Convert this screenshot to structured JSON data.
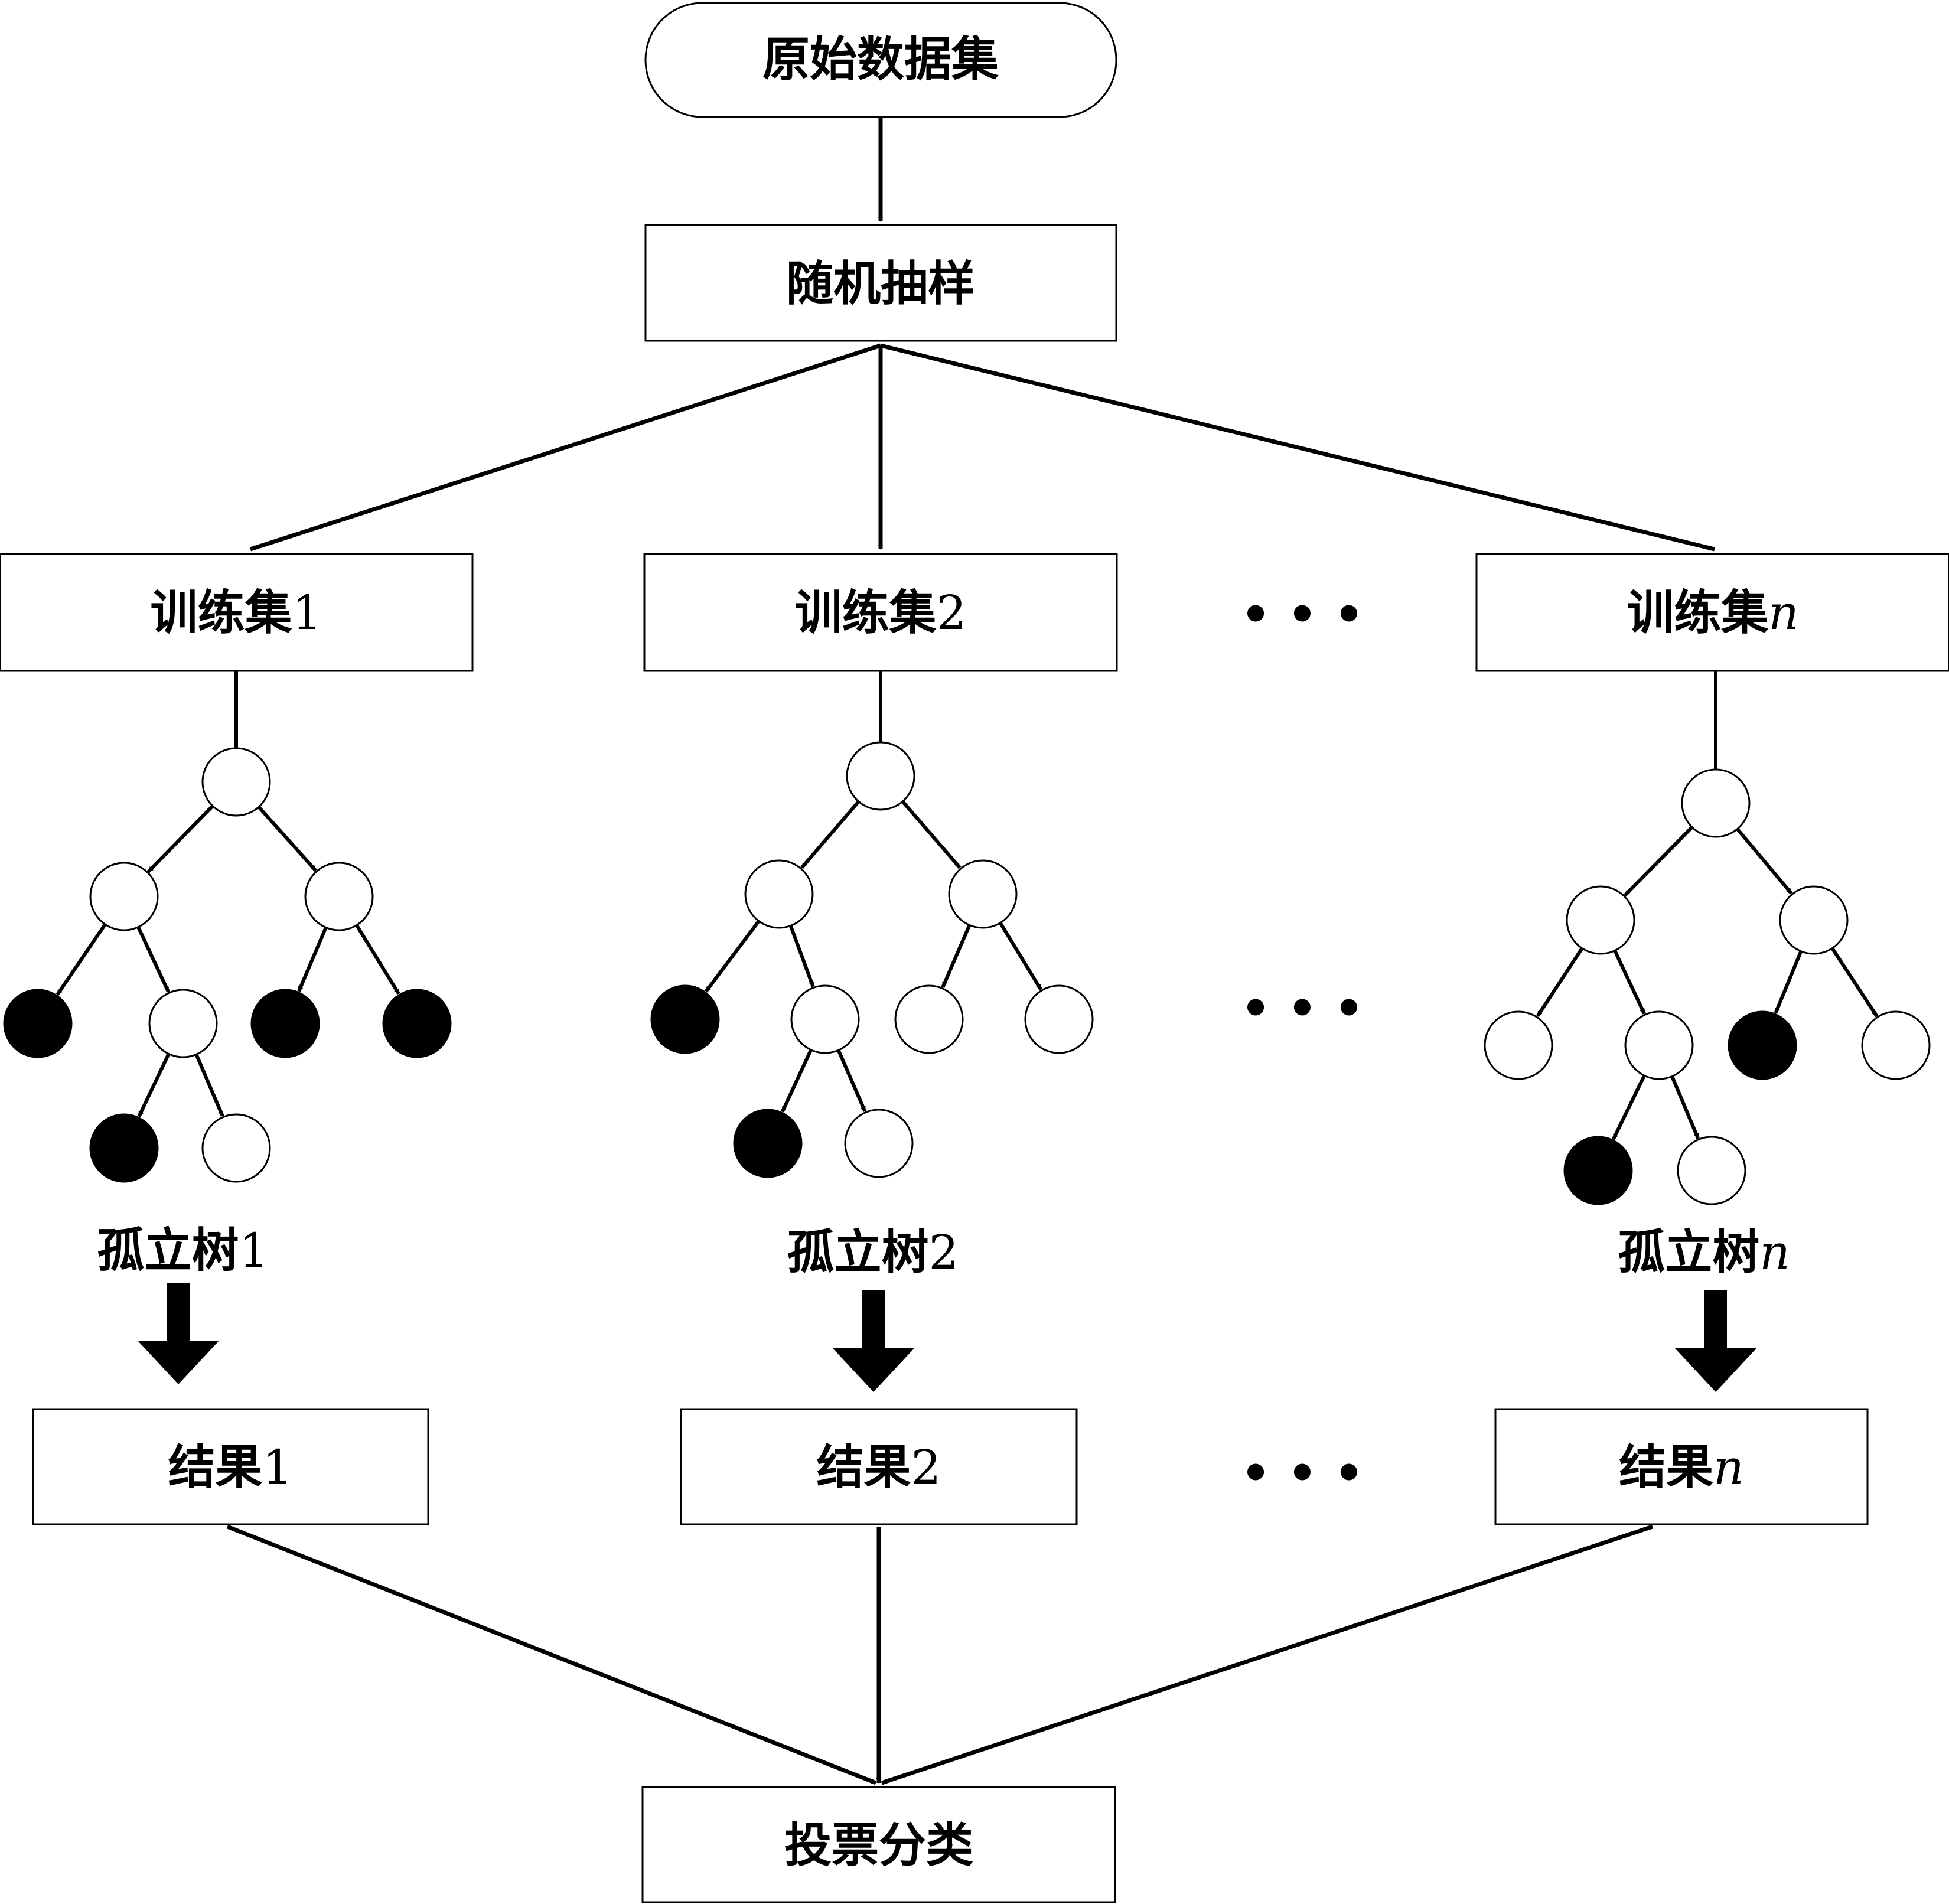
{
  "source": {
    "label": "原始数据集"
  },
  "sampling": {
    "label": "随机抽样"
  },
  "pipelines": [
    {
      "train_prefix": "训练集",
      "index": "1",
      "tree_prefix": "孤立树",
      "result_prefix": "结果",
      "leaves": [
        "black",
        "black",
        "black",
        "black",
        "white"
      ]
    },
    {
      "train_prefix": "训练集",
      "index": "2",
      "tree_prefix": "孤立树",
      "result_prefix": "结果",
      "leaves": [
        "black",
        "white",
        "white",
        "black",
        "white"
      ]
    },
    {
      "train_prefix": "训练集",
      "index": "n",
      "tree_prefix": "孤立树",
      "result_prefix": "结果",
      "leaves": [
        "white",
        "black",
        "white",
        "black",
        "white"
      ]
    }
  ],
  "vote": {
    "label": "投票分类"
  },
  "ellipsis": "• • •"
}
